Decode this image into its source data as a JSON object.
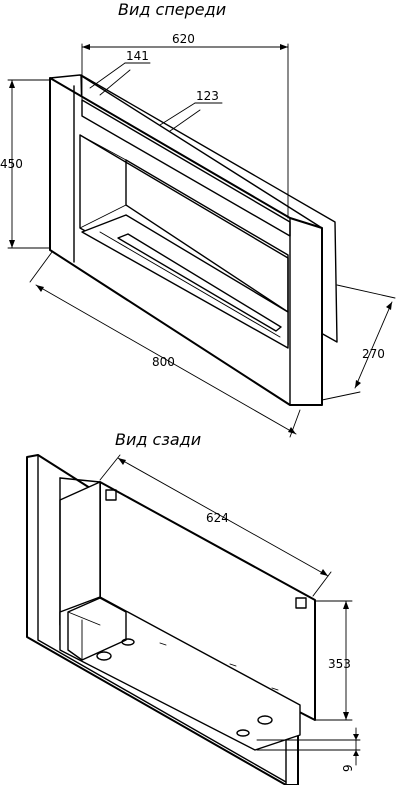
{
  "views": {
    "front_title": "Вид спереди",
    "back_title": "Вид сзади"
  },
  "dimensions": {
    "front_width": "620",
    "front_d1": "141",
    "front_d2": "123",
    "front_height": "450",
    "front_total_width": "800",
    "front_depth": "270",
    "back_width": "624",
    "back_height": "353",
    "back_offset": "9"
  }
}
